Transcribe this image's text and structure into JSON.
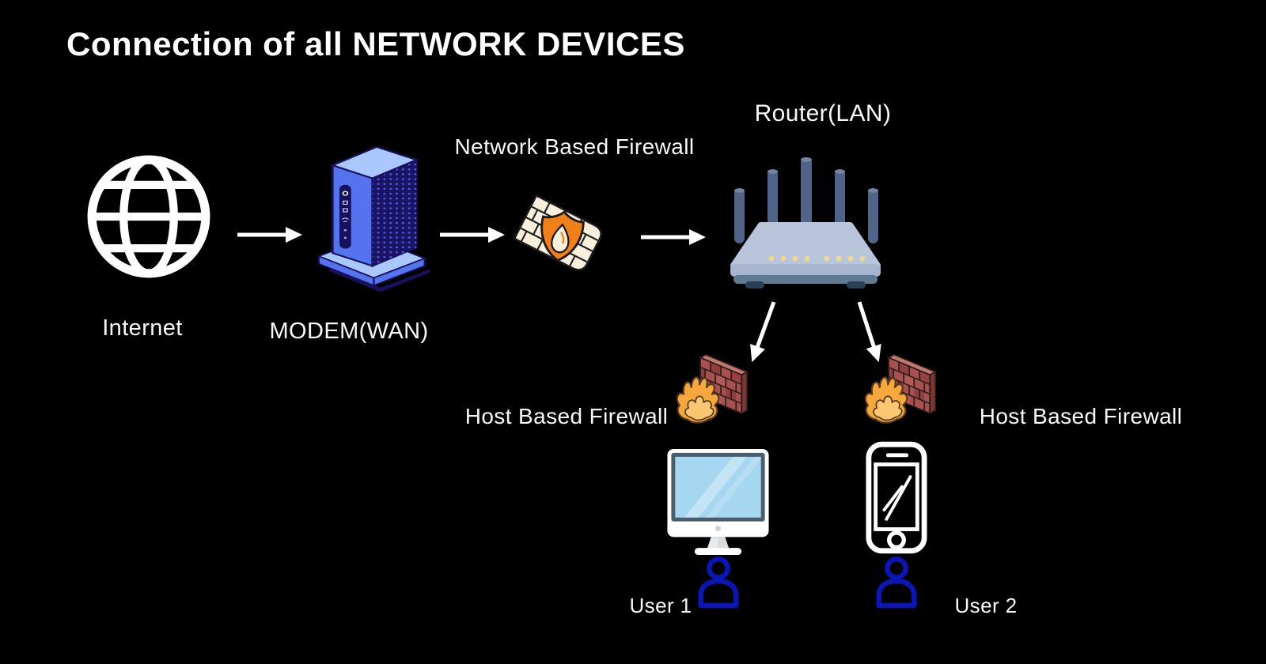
{
  "title": "Connection of all NETWORK DEVICES",
  "diagram": {
    "nodes": [
      {
        "id": "internet",
        "label": "Internet",
        "icon": "globe-icon"
      },
      {
        "id": "modem",
        "label": "MODEM(WAN)",
        "icon": "modem-icon"
      },
      {
        "id": "network-firewall",
        "label": "Network Based Firewall",
        "icon": "brick-wall-shield-icon"
      },
      {
        "id": "router",
        "label": "Router(LAN)",
        "icon": "wireless-router-icon"
      },
      {
        "id": "host-firewall-left",
        "label": "Host Based Firewall",
        "icon": "brick-wall-flame-icon"
      },
      {
        "id": "host-firewall-right",
        "label": "Host Based Firewall",
        "icon": "brick-wall-flame-icon"
      },
      {
        "id": "user1-device",
        "label": "",
        "icon": "desktop-monitor-icon"
      },
      {
        "id": "user2-device",
        "label": "",
        "icon": "smartphone-icon"
      },
      {
        "id": "user1",
        "label": "User 1",
        "icon": "person-icon"
      },
      {
        "id": "user2",
        "label": "User 2",
        "icon": "person-icon"
      }
    ],
    "connections": [
      {
        "from": "internet",
        "to": "modem",
        "style": "white-arrow-right"
      },
      {
        "from": "modem",
        "to": "network-firewall",
        "style": "white-arrow-right"
      },
      {
        "from": "network-firewall",
        "to": "router",
        "style": "white-arrow-right"
      },
      {
        "from": "router",
        "to": "host-firewall-left",
        "style": "white-arrow-down-left"
      },
      {
        "from": "router",
        "to": "host-firewall-right",
        "style": "white-arrow-down-right"
      }
    ]
  },
  "colors": {
    "background": "#000000",
    "text": "#ffffff",
    "arrow": "#ffffff",
    "modem_light_blue": "#aac8fb",
    "modem_medium_blue": "#5573ee",
    "modem_dark_navy": "#1b1464",
    "firewall_brick_cream": "#f8efdc",
    "firewall_shield_orange": "#f28019",
    "host_brick_red": "#a85150",
    "host_flame_orange": "#f7a83d",
    "router_body": "#b9c5da",
    "router_antenna": "#4f6488",
    "router_led_yellow": "#f1d78d",
    "monitor_screen_blue": "#a6d7f1",
    "person_blue": "#0a16b6"
  }
}
